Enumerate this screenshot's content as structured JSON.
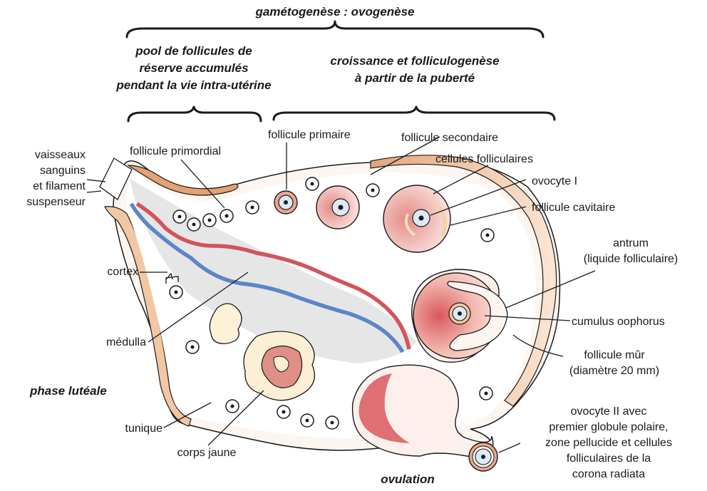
{
  "headers": {
    "top": "gamétogenèse : ovogenèse",
    "left": [
      "pool de follicules de",
      "réserve accumulés",
      "pendant la vie intra-utérine"
    ],
    "right": [
      "croissance et folliculogenèse",
      "à partir de la puberté"
    ],
    "phase_luteale": "phase lutéale",
    "ovulation": "ovulation"
  },
  "labels": {
    "vaisseaux": [
      "vaisseaux",
      "sanguins",
      "et filament",
      "suspenseur"
    ],
    "primordial": "follicule primordial",
    "primaire": "follicule primaire",
    "secondaire": "follicule secondaire",
    "cellules": "cellules folliculaires",
    "ovocyte1": "ovocyte I",
    "cavitaire": "follicule cavitaire",
    "antrum": [
      "antrum",
      "(liquide folliculaire)"
    ],
    "cumulus": "cumulus oophorus",
    "mur": [
      "follicule mûr",
      "(diamètre 20 mm)"
    ],
    "cortex": "cortex",
    "medulla": "médulla",
    "tunique": "tunique",
    "corps_jaune": "corps jaune",
    "ovocyte2": [
      "ovocyte II avec",
      "premier globule polaire,",
      "zone pellucide et cellules",
      "folliculaires de la",
      "corona radiata"
    ]
  },
  "colors": {
    "tunic": "#e8b48a",
    "tunic_light": "#f8e2cf",
    "medulla": "#e6e6e6",
    "artery": "#d2545a",
    "vein": "#5b86c8",
    "follicle_pink": "#f2c4be",
    "oocyte": "#dbeaf6"
  }
}
